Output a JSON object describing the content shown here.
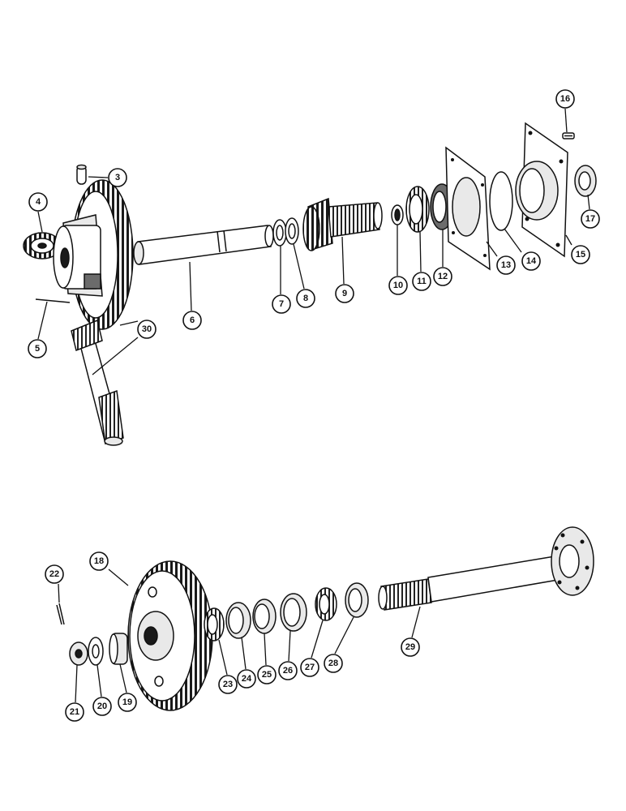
{
  "diagram": {
    "callouts": [
      "3",
      "4",
      "5",
      "6",
      "7",
      "8",
      "9",
      "10",
      "11",
      "12",
      "13",
      "14",
      "15",
      "16",
      "17",
      "18",
      "19",
      "20",
      "21",
      "22",
      "23",
      "24",
      "25",
      "26",
      "27",
      "28",
      "29",
      "30"
    ]
  },
  "colors": {
    "ink": "#111111",
    "paper": "#ffffff",
    "shade": "#6b6b6b"
  }
}
